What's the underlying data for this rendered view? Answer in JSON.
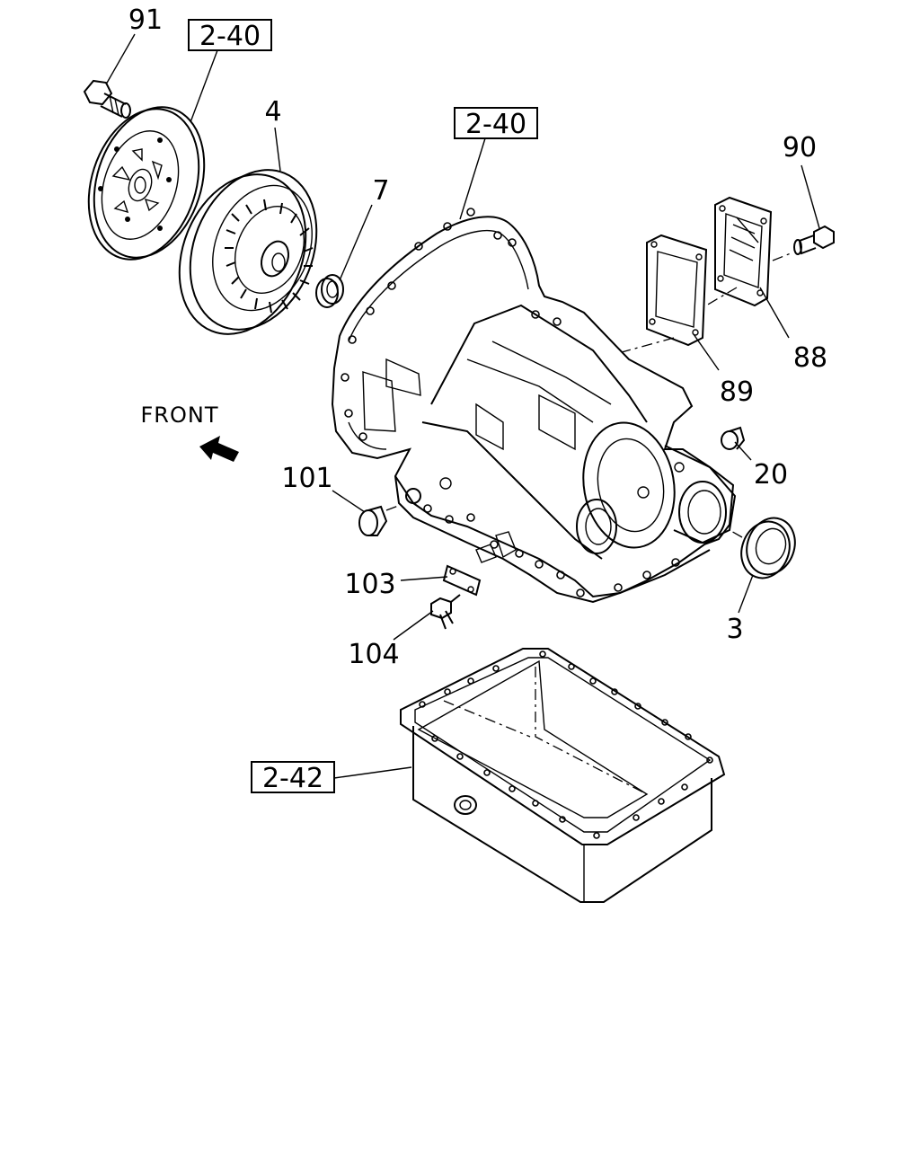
{
  "diagram": {
    "front_label": "FRONT",
    "refs": {
      "ref_top_left": "2-40",
      "ref_center": "2-40",
      "ref_pan": "2-42"
    },
    "callouts": {
      "c91": "91",
      "c4": "4",
      "c7": "7",
      "c90": "90",
      "c88": "88",
      "c89": "89",
      "c20": "20",
      "c101": "101",
      "c103": "103",
      "c104": "104",
      "c3": "3"
    }
  }
}
